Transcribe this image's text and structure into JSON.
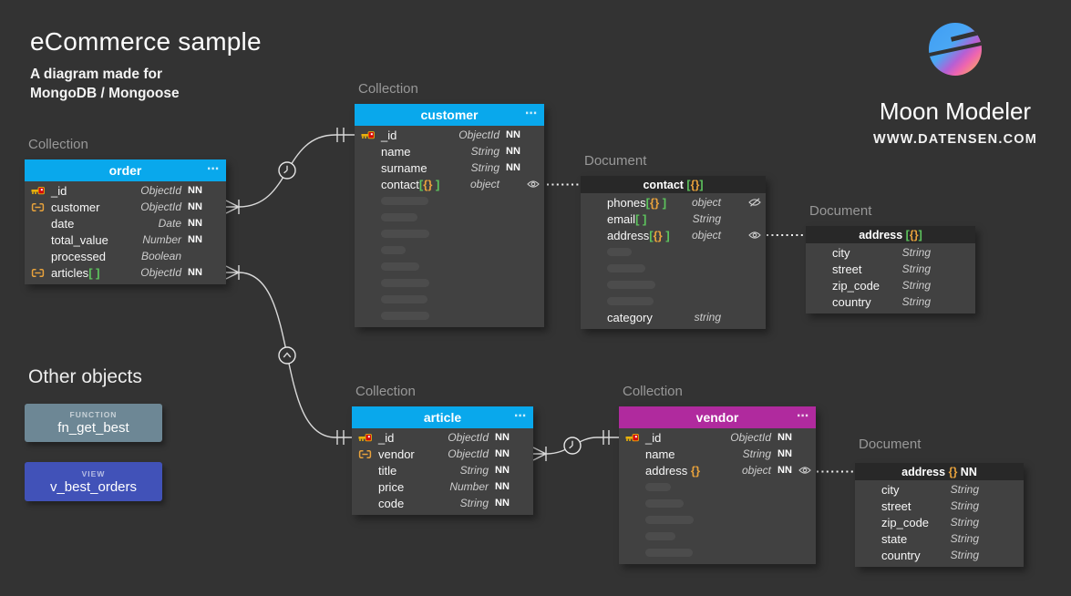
{
  "header": {
    "title": "eCommerce sample",
    "subtitle_line1": "A diagram made for",
    "subtitle_line2": "MongoDB / Mongoose"
  },
  "branding": {
    "app_name": "Moon Modeler",
    "website": "WWW.DATENSEN.COM"
  },
  "section_labels": {
    "collection": "Collection",
    "document": "Document",
    "other_objects": "Other objects"
  },
  "colors": {
    "collection_header": "#09a8ec",
    "vendor_header": "#b02a9e",
    "document_header": "#282828",
    "function_bg": "#6d8795",
    "view_bg": "#4152b8",
    "bracket_square": "#5dc45d",
    "bracket_curly": "#e8a23c"
  },
  "tables": {
    "order": {
      "kind": "collection",
      "title": "order",
      "menu": "⋯",
      "header_suffix": "",
      "rows": [
        {
          "icon": "key",
          "name": "_id",
          "type": "ObjectId",
          "nn": "NN"
        },
        {
          "icon": "ref",
          "name": "customer",
          "type": "ObjectId",
          "nn": "NN"
        },
        {
          "name": "date",
          "type": "Date",
          "nn": "NN"
        },
        {
          "name": "total_value",
          "type": "Number",
          "nn": "NN"
        },
        {
          "name": "processed",
          "type": "Boolean"
        },
        {
          "icon": "ref",
          "name": "articles",
          "suffix": "[ ]",
          "type": "ObjectId",
          "nn": "NN"
        }
      ]
    },
    "customer": {
      "kind": "collection",
      "title": "customer",
      "menu": "⋯",
      "header_suffix": "",
      "rows": [
        {
          "icon": "key",
          "name": "_id",
          "type": "ObjectId",
          "nn": "NN"
        },
        {
          "name": "name",
          "type": "String",
          "nn": "NN"
        },
        {
          "name": "surname",
          "type": "String",
          "nn": "NN"
        },
        {
          "name": "contact",
          "suffix": "[{} ]",
          "type": "object",
          "eye": "visible"
        },
        {
          "skeleton": true,
          "width": 52
        },
        {
          "skeleton": true,
          "width": 40
        },
        {
          "skeleton": true,
          "width": 53
        },
        {
          "skeleton": true,
          "width": 27
        },
        {
          "skeleton": true,
          "width": 42
        },
        {
          "skeleton": true,
          "width": 53
        },
        {
          "skeleton": true,
          "width": 51
        },
        {
          "skeleton": true,
          "width": 53
        }
      ]
    },
    "contact": {
      "kind": "document",
      "title": "contact",
      "header_suffix": " [{}]",
      "rows": [
        {
          "name": "phones",
          "suffix": "[{} ]",
          "type": "object",
          "eye": "hidden"
        },
        {
          "name": "email",
          "suffix": "[ ]",
          "type": "String"
        },
        {
          "name": "address",
          "suffix": "[{} ]",
          "type": "object",
          "eye": "visible"
        },
        {
          "skeleton": true,
          "width": 27
        },
        {
          "skeleton": true,
          "width": 42
        },
        {
          "skeleton": true,
          "width": 53
        },
        {
          "skeleton": true,
          "width": 51
        },
        {
          "name": "category",
          "type": "string"
        }
      ]
    },
    "address_contact": {
      "kind": "document",
      "title": "address",
      "header_suffix": " [{}]",
      "rows": [
        {
          "name": "city",
          "type": "String"
        },
        {
          "name": "street",
          "type": "String"
        },
        {
          "name": "zip_code",
          "type": "String"
        },
        {
          "name": "country",
          "type": "String"
        }
      ]
    },
    "article": {
      "kind": "collection",
      "title": "article",
      "menu": "⋯",
      "header_suffix": "",
      "rows": [
        {
          "icon": "key",
          "name": "_id",
          "type": "ObjectId",
          "nn": "NN"
        },
        {
          "icon": "ref",
          "name": "vendor",
          "type": "ObjectId",
          "nn": "NN"
        },
        {
          "name": "title",
          "type": "String",
          "nn": "NN"
        },
        {
          "name": "price",
          "type": "Number",
          "nn": "NN"
        },
        {
          "name": "code",
          "type": "String",
          "nn": "NN"
        }
      ]
    },
    "vendor": {
      "kind": "collection",
      "title": "vendor",
      "menu": "⋯",
      "header_suffix": "",
      "rows": [
        {
          "icon": "key",
          "name": "_id",
          "type": "ObjectId",
          "nn": "NN"
        },
        {
          "name": "name",
          "type": "String",
          "nn": "NN"
        },
        {
          "name": "address",
          "suffix": " {}",
          "type": "object",
          "nn": "NN",
          "eye": "visible"
        },
        {
          "skeleton": true,
          "width": 28
        },
        {
          "skeleton": true,
          "width": 42
        },
        {
          "skeleton": true,
          "width": 53
        },
        {
          "skeleton": true,
          "width": 33
        },
        {
          "skeleton": true,
          "width": 52
        }
      ]
    },
    "address_vendor": {
      "kind": "document",
      "title": "address",
      "header_suffix": " {} NN",
      "rows": [
        {
          "name": "city",
          "type": "String"
        },
        {
          "name": "street",
          "type": "String"
        },
        {
          "name": "zip_code",
          "type": "String"
        },
        {
          "name": "state",
          "type": "String"
        },
        {
          "name": "country",
          "type": "String"
        }
      ]
    }
  },
  "other_objects": {
    "heading": "Other objects",
    "items": [
      {
        "type_label": "FUNCTION",
        "name": "fn_get_best"
      },
      {
        "type_label": "VIEW",
        "name": "v_best_orders"
      }
    ]
  }
}
